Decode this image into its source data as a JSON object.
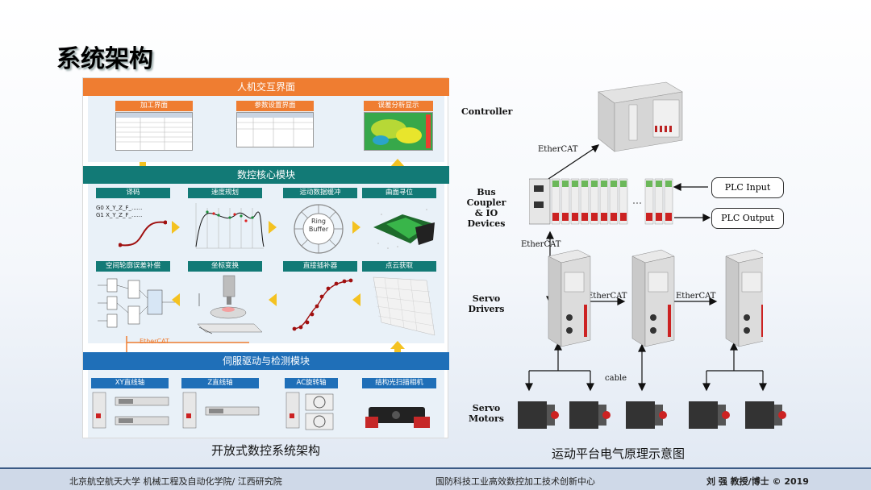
{
  "slide": {
    "title": "系统架构",
    "left_caption": "开放式数控系统架构",
    "right_caption": "运动平台电气原理示意图"
  },
  "left_diagram": {
    "hmi_band": "人机交互界面",
    "hmi_panels": [
      "加工界面",
      "参数设置界面",
      "误差分析显示"
    ],
    "core_band": "数控核心模块",
    "core_row1": [
      "译码",
      "速度规划",
      "运动数据缓冲",
      "曲面寻位"
    ],
    "core_row2": [
      "空间轮廓误差补偿",
      "坐标变换",
      "直接插补器",
      "点云获取"
    ],
    "gcode_lines": [
      "G0 X_Y_Z_F_......",
      "G1 X_Y_Z_F_......"
    ],
    "ring_buffer": "Ring\nBuffer",
    "ethercat_tag": "EtherCAT",
    "servo_band": "伺服驱动与检测模块",
    "servo_panels": [
      "XY直线轴",
      "Z直线轴",
      "AC旋转轴",
      "结构光扫描相机"
    ]
  },
  "right_diagram": {
    "controller": "Controller",
    "bus_coupler": "Bus\nCoupler\n& IO\nDevices",
    "servo_drivers": "Servo\nDrivers",
    "servo_motors": "Servo\nMotors",
    "ethercat": "EtherCAT",
    "cable": "cable",
    "plc_input": "PLC Input",
    "plc_output": "PLC Output"
  },
  "footer": {
    "left": "北京航空航天大学 机械工程及自动化学院/ 江西研究院",
    "center": "国防科技工业高效数控加工技术创新中心",
    "right": "刘  强 教授/博士 © 2019"
  },
  "colors": {
    "orange": "#ef7d31",
    "teal": "#127a76",
    "blue": "#1f6fb8",
    "arrow": "#f4c221"
  }
}
